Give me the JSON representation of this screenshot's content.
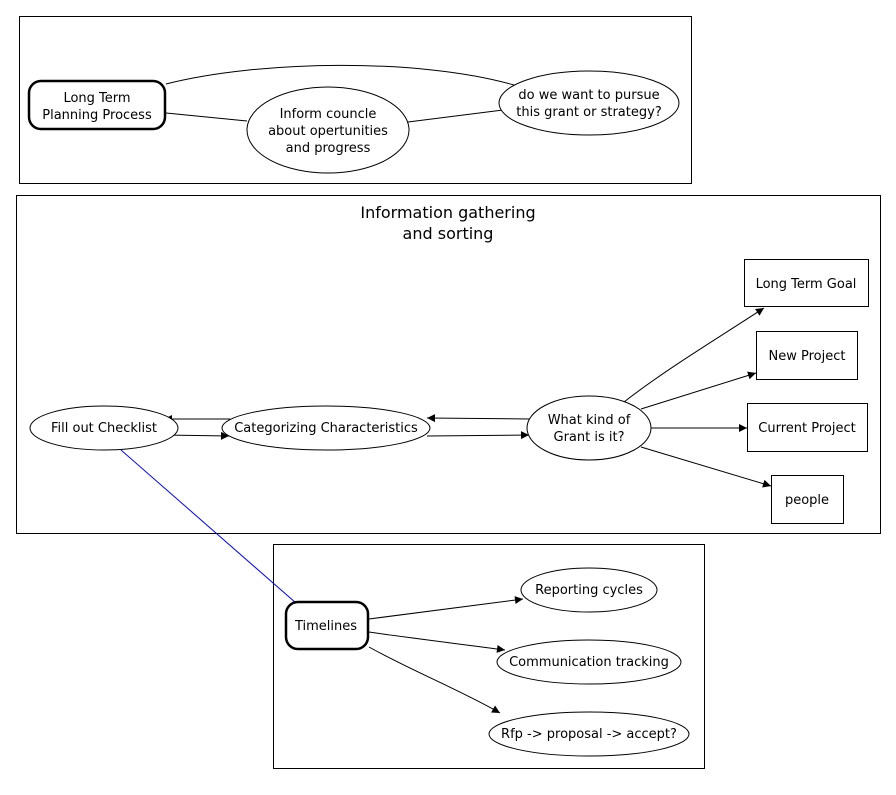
{
  "clusters": {
    "planning": {},
    "info": {
      "title_line1": "Information gathering",
      "title_line2": "and sorting"
    },
    "timelines": {}
  },
  "nodes": {
    "long_term_planning": {
      "line1": "Long Term",
      "line2": "Planning Process"
    },
    "inform_council": {
      "line1": "Inform councle",
      "line2": "about opertunities",
      "line3": "and progress"
    },
    "pursue_question": {
      "line1": "do we want to pursue",
      "line2": "this grant or strategy?"
    },
    "fill_out_checklist": {
      "label": "Fill out Checklist"
    },
    "categorizing": {
      "label": "Categorizing Characteristics"
    },
    "what_kind": {
      "line1": "What kind of",
      "line2": "Grant is it?"
    },
    "long_term_goal": {
      "label": "Long Term Goal"
    },
    "new_project": {
      "label": "New Project"
    },
    "current_project": {
      "label": "Current Project"
    },
    "people": {
      "label": "people"
    },
    "timelines": {
      "label": "Timelines"
    },
    "reporting_cycles": {
      "label": "Reporting cycles"
    },
    "communication_tracking": {
      "label": "Communication tracking"
    },
    "rfp": {
      "label": "Rfp -> proposal -> accept?"
    }
  }
}
